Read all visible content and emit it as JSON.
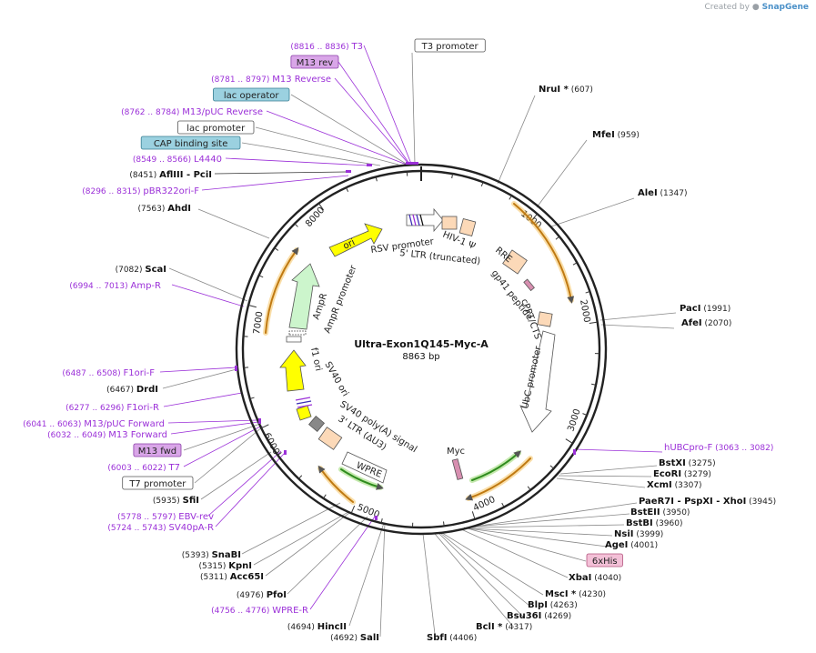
{
  "watermark": {
    "prefix": "Created by",
    "brand": "SnapGene"
  },
  "plasmid": {
    "name": "Ultra-Exon1Q145-Myc-A",
    "size_label": "8863 bp",
    "length": 8863
  },
  "tick_labels": [
    "1000",
    "2000",
    "3000",
    "4000",
    "5000",
    "6000",
    "7000",
    "8000"
  ],
  "features": [
    {
      "label": "ori",
      "kind": "fill",
      "color": "#ffff00"
    },
    {
      "label": "RSV promoter",
      "kind": "text"
    },
    {
      "label": "5' LTR (truncated)",
      "kind": "text"
    },
    {
      "label": "HIV-1 Ψ",
      "kind": "text"
    },
    {
      "label": "RRE",
      "kind": "text"
    },
    {
      "label": "gp41 peptide",
      "kind": "text"
    },
    {
      "label": "cPPT/CTS",
      "kind": "text"
    },
    {
      "label": "UbC promoter",
      "kind": "text"
    },
    {
      "label": "Myc",
      "kind": "text"
    },
    {
      "label": "WPRE",
      "kind": "text"
    },
    {
      "label": "3' LTR (ΔU3)",
      "kind": "text"
    },
    {
      "label": "SV40 poly(A) signal",
      "kind": "text"
    },
    {
      "label": "SV40 ori",
      "kind": "text"
    },
    {
      "label": "f1 ori",
      "kind": "text"
    },
    {
      "label": "AmpR",
      "kind": "text"
    },
    {
      "label": "AmpR promoter",
      "kind": "text"
    }
  ],
  "left_labels": [
    {
      "range": "(8816 .. 8836)",
      "name": "T3",
      "type": "primer"
    },
    {
      "range": "",
      "name": "M13 rev",
      "type": "box-purple"
    },
    {
      "range": "(8781 .. 8797)",
      "name": "M13 Reverse",
      "type": "primer"
    },
    {
      "range": "",
      "name": "lac operator",
      "type": "box-blue"
    },
    {
      "range": "(8762 .. 8784)",
      "name": "M13/pUC Reverse",
      "type": "primer"
    },
    {
      "range": "",
      "name": "lac promoter",
      "type": "box-white"
    },
    {
      "range": "",
      "name": "CAP binding site",
      "type": "box-blue"
    },
    {
      "range": "(8549 .. 8566)",
      "name": "L4440",
      "type": "primer"
    },
    {
      "range": "(8451)",
      "name": "AflIII  -  PciI",
      "type": "enzyme"
    },
    {
      "range": "(8296 .. 8315)",
      "name": "pBR322ori-F",
      "type": "primer"
    },
    {
      "range": "(7563)",
      "name": "AhdI",
      "type": "enzyme"
    },
    {
      "range": "(7082)",
      "name": "ScaI",
      "type": "enzyme"
    },
    {
      "range": "(6994 .. 7013)",
      "name": "Amp-R",
      "type": "primer"
    },
    {
      "range": "(6487 .. 6508)",
      "name": "F1ori-F",
      "type": "primer"
    },
    {
      "range": "(6467)",
      "name": "DrdI",
      "type": "enzyme"
    },
    {
      "range": "(6277 .. 6296)",
      "name": "F1ori-R",
      "type": "primer"
    },
    {
      "range": "(6041 .. 6063)",
      "name": "M13/pUC Forward",
      "type": "primer"
    },
    {
      "range": "(6032 .. 6049)",
      "name": "M13 Forward",
      "type": "primer"
    },
    {
      "range": "",
      "name": "M13 fwd",
      "type": "box-purple"
    },
    {
      "range": "(6003 .. 6022)",
      "name": "T7",
      "type": "primer"
    },
    {
      "range": "",
      "name": "T7 promoter",
      "type": "box-white"
    },
    {
      "range": "(5935)",
      "name": "SfiI",
      "type": "enzyme"
    },
    {
      "range": "(5778 .. 5797)",
      "name": "EBV-rev",
      "type": "primer"
    },
    {
      "range": "(5724 .. 5743)",
      "name": "SV40pA-R",
      "type": "primer"
    },
    {
      "range": "(5393)",
      "name": "SnaBI",
      "type": "enzyme"
    },
    {
      "range": "(5315)",
      "name": "KpnI",
      "type": "enzyme"
    },
    {
      "range": "(5311)",
      "name": "Acc65I",
      "type": "enzyme"
    },
    {
      "range": "(4976)",
      "name": "PfoI",
      "type": "enzyme"
    },
    {
      "range": "(4756 .. 4776)",
      "name": "WPRE-R",
      "type": "primer"
    },
    {
      "range": "(4694)",
      "name": "HincII",
      "type": "enzyme"
    },
    {
      "range": "(4692)",
      "name": "SalI",
      "type": "enzyme"
    }
  ],
  "right_labels": [
    {
      "name": "T3 promoter",
      "range": "",
      "type": "box-white"
    },
    {
      "name": "NruI *",
      "range": "(607)",
      "type": "enzyme"
    },
    {
      "name": "MfeI",
      "range": "(959)",
      "type": "enzyme"
    },
    {
      "name": "AleI",
      "range": "(1347)",
      "type": "enzyme"
    },
    {
      "name": "PacI",
      "range": "(1991)",
      "type": "enzyme"
    },
    {
      "name": "AfeI",
      "range": "(2070)",
      "type": "enzyme"
    },
    {
      "name": "hUBCpro-F",
      "range": "(3063 .. 3082)",
      "type": "primer"
    },
    {
      "name": "BstXI",
      "range": "(3275)",
      "type": "enzyme"
    },
    {
      "name": "EcoRI",
      "range": "(3279)",
      "type": "enzyme"
    },
    {
      "name": "XcmI",
      "range": "(3307)",
      "type": "enzyme"
    },
    {
      "name": "PaeR7I  -  PspXI  -  XhoI",
      "range": "(3945)",
      "type": "enzyme"
    },
    {
      "name": "BstEII",
      "range": "(3950)",
      "type": "enzyme"
    },
    {
      "name": "BstBI",
      "range": "(3960)",
      "type": "enzyme"
    },
    {
      "name": "NsiI",
      "range": "(3999)",
      "type": "enzyme"
    },
    {
      "name": "AgeI",
      "range": "(4001)",
      "type": "enzyme"
    },
    {
      "name": "6xHis",
      "range": "",
      "type": "box-pink"
    },
    {
      "name": "XbaI",
      "range": "(4040)",
      "type": "enzyme"
    },
    {
      "name": "MscI *",
      "range": "(4230)",
      "type": "enzyme"
    },
    {
      "name": "BlpI",
      "range": "(4263)",
      "type": "enzyme"
    },
    {
      "name": "Bsu36I",
      "range": "(4269)",
      "type": "enzyme"
    },
    {
      "name": "BclI *",
      "range": "(4317)",
      "type": "enzyme"
    },
    {
      "name": "SbfI",
      "range": "(4406)",
      "type": "enzyme"
    }
  ]
}
